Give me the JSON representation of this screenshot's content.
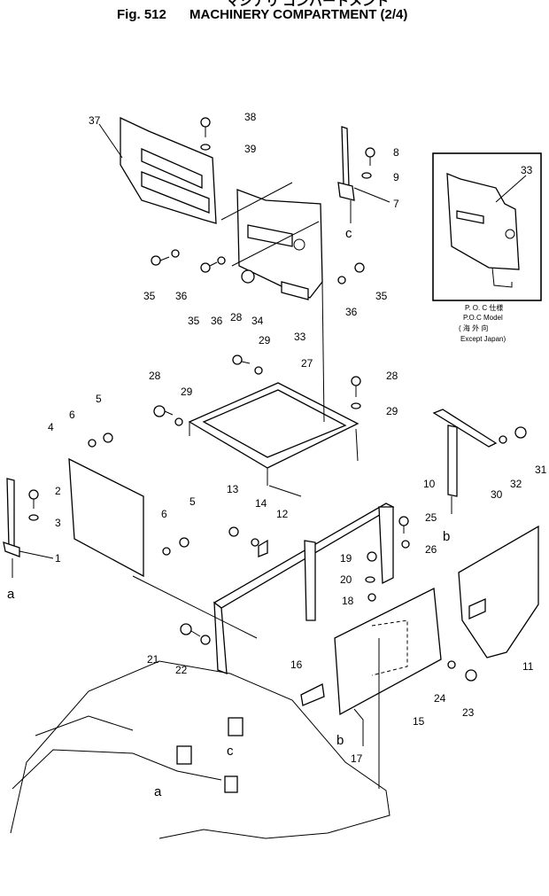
{
  "title": {
    "cut_top": "マシナリ コンパートメント",
    "fig_label": "Fig. 512",
    "name": "MACHINERY COMPARTMENT (2/4)"
  },
  "callouts": [
    "1",
    "2",
    "3",
    "4",
    "5",
    "5",
    "6",
    "6",
    "7",
    "8",
    "9",
    "10",
    "11",
    "12",
    "13",
    "14",
    "15",
    "16",
    "17",
    "18",
    "19",
    "20",
    "21",
    "22",
    "23",
    "24",
    "25",
    "26",
    "27",
    "28",
    "28",
    "28",
    "29",
    "29",
    "29",
    "30",
    "31",
    "32",
    "33",
    "33",
    "34",
    "35",
    "35",
    "35",
    "36",
    "36",
    "36",
    "37",
    "38",
    "39"
  ],
  "connectors": {
    "a_left": "a",
    "b_right": "b",
    "c_top": "c",
    "c_bottom": "c",
    "a_bottom": "a",
    "b_bottom": "b"
  },
  "inset": {
    "part_number": "33",
    "line1": "P. O. C 仕様",
    "line2": "P.O.C Model",
    "line3": "( 海 外 向",
    "line4": "Except Japan)"
  }
}
